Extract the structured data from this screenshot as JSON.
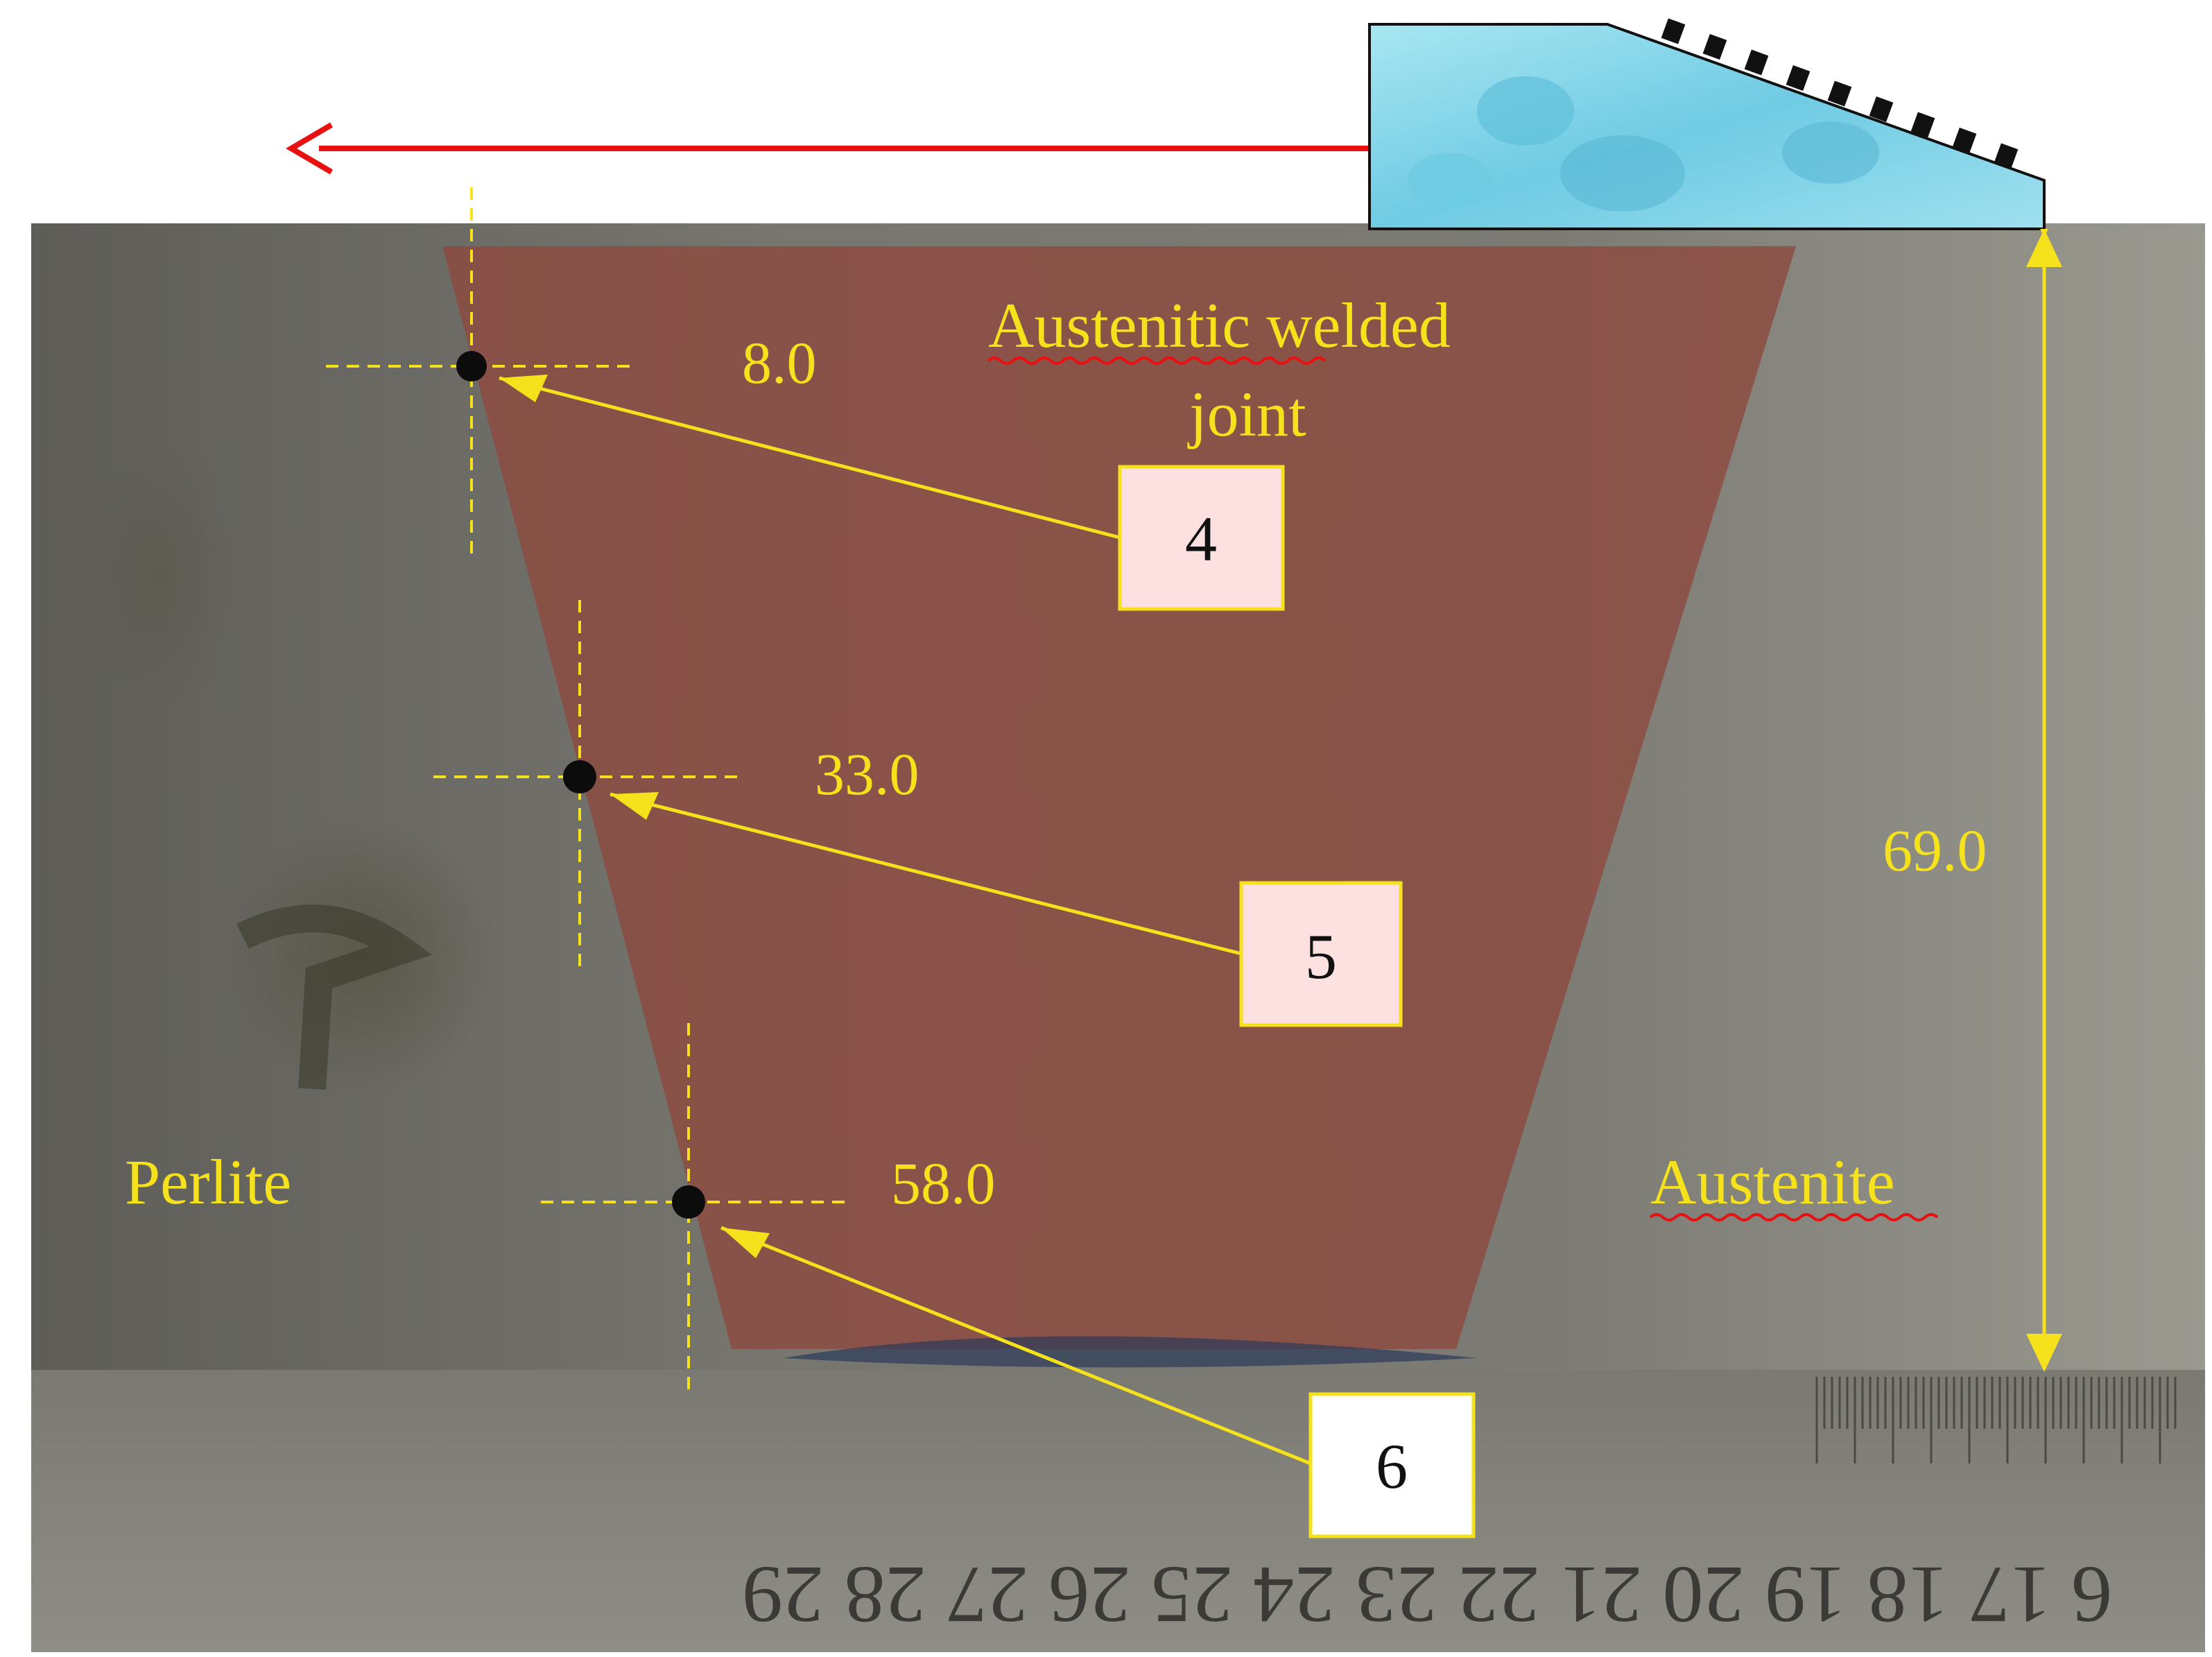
{
  "labels": {
    "weld_title_line1": "Austenitic welded",
    "weld_title_line2": "joint",
    "left_material": "Perlite",
    "right_material": "Austenite",
    "thickness": "69.0"
  },
  "defects": [
    {
      "id": "4",
      "depth": "8.0"
    },
    {
      "id": "5",
      "depth": "33.0"
    },
    {
      "id": "6",
      "depth": "58.0"
    }
  ],
  "ruler_numbers": "6 17 18 19 20 21 22 23 24 25 26 27 28 29",
  "colors": {
    "plate": "#6f6e68",
    "weld_zone": "#8e4a3f",
    "annotation": "#f5e11c",
    "scan_arrow": "#e81010",
    "probe": "#7fd3e8",
    "callout_box_fill": "#fde0e0"
  },
  "icons": {
    "probe": "ultrasonic-probe-icon",
    "scan_direction": "left-arrow-icon"
  }
}
